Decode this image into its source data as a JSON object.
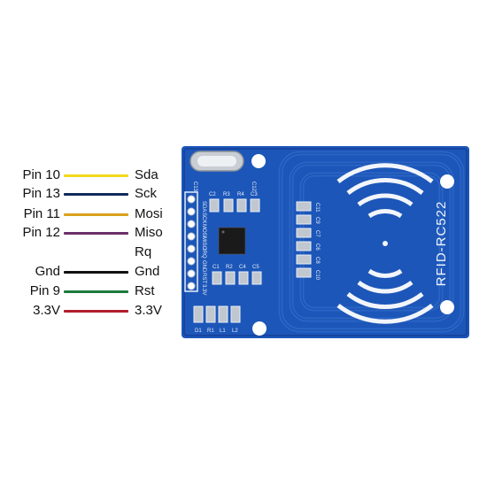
{
  "wiring": [
    {
      "arduino_pin": "Pin 10",
      "signal": "Sda",
      "wire_color": "#f3d81a"
    },
    {
      "arduino_pin": "Pin 13",
      "signal": "Sck",
      "wire_color": "#102a5c"
    },
    {
      "arduino_pin": "Pin 11",
      "signal": "Mosi",
      "wire_color": "#d9a21b"
    },
    {
      "arduino_pin": "Pin 12",
      "signal": "Miso",
      "wire_color": "#6b2f6b"
    },
    {
      "arduino_pin": "",
      "signal": "Rq",
      "wire_color": ""
    },
    {
      "arduino_pin": "Gnd",
      "signal": "Gnd",
      "wire_color": "#111111"
    },
    {
      "arduino_pin": "Pin 9",
      "signal": "Rst",
      "wire_color": "#1c7a3c"
    },
    {
      "arduino_pin": "3.3V",
      "signal": "3.3V",
      "wire_color": "#b01e2d"
    }
  ],
  "board": {
    "model": "RFID-RC522",
    "header_pins": [
      "SDA",
      "SCK",
      "MOSI",
      "MISO",
      "IRQ",
      "GND",
      "RST",
      "3.3V"
    ],
    "component_labels": [
      "C13",
      "C12",
      "C2",
      "R3",
      "R4",
      "C3",
      "C1",
      "R2",
      "C5",
      "C4",
      "D1",
      "R1",
      "L1",
      "L2",
      "C11",
      "C9",
      "C7",
      "C6",
      "C8",
      "C10"
    ],
    "colors": {
      "pcb": "#1c56b8",
      "pcb_dark": "#1645a0",
      "silkscreen": "#e8eef8",
      "pads": "#c0c7cf"
    }
  }
}
